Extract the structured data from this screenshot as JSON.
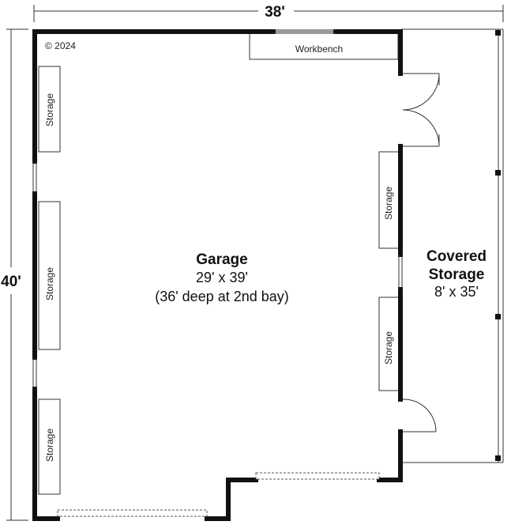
{
  "dimensions": {
    "width_label": "38'",
    "height_label": "40'"
  },
  "copyright": "© 2024",
  "workbench": {
    "label": "Workbench"
  },
  "storage_label": "Storage",
  "garage": {
    "title": "Garage",
    "size": "29' x 39'",
    "note": "(36' deep at 2nd bay)"
  },
  "covered_storage": {
    "title_line1": "Covered",
    "title_line2": "Storage",
    "size": "8' x 35'"
  }
}
